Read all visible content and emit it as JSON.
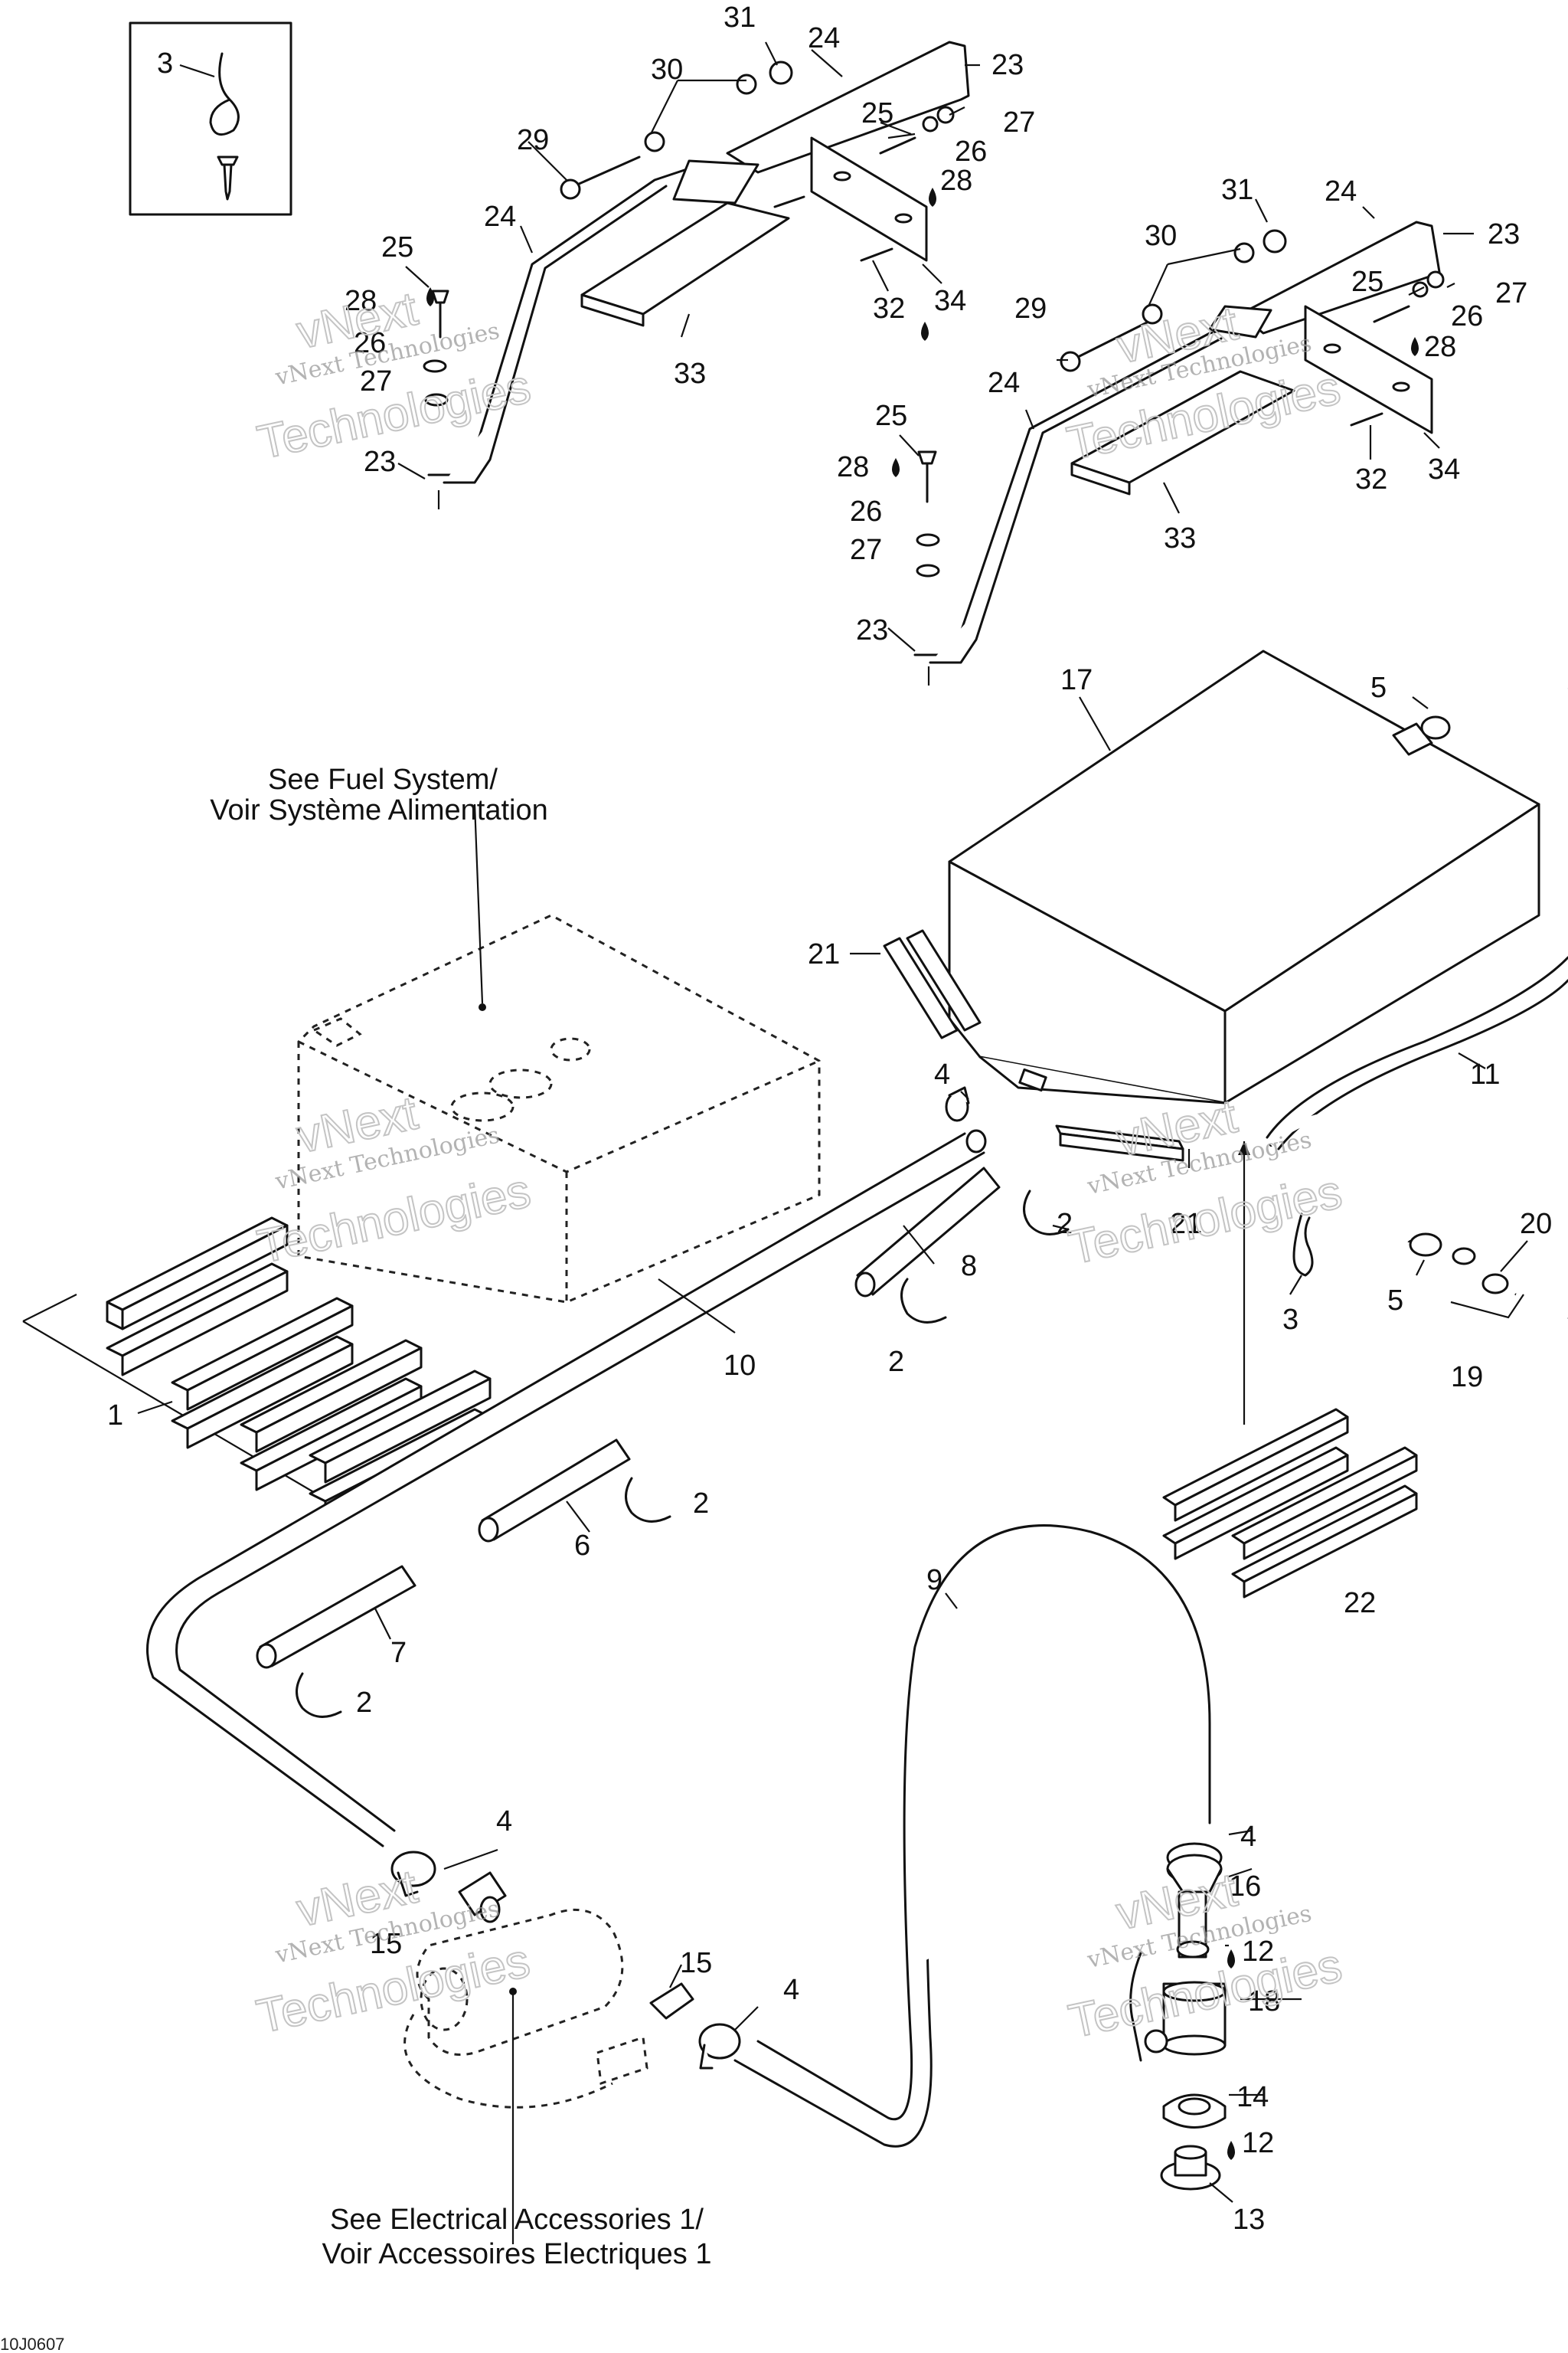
{
  "notes": {
    "fuel_system_line1": "See Fuel System/",
    "fuel_system_line2": "Voir Système Alimentation",
    "electrical_line1": "See Electrical Accessories 1/",
    "electrical_line2": "Voir Accessoires Electriques 1"
  },
  "watermark": {
    "line1": "vNext Technologies",
    "line2": "Technologies",
    "line3": "vNext"
  },
  "footer": {
    "code": "10J0607"
  },
  "callouts": {
    "c1": "1",
    "c2": "2",
    "c3": "3",
    "c4": "4",
    "c5": "5",
    "c6": "6",
    "c7": "7",
    "c8": "8",
    "c9": "9",
    "c10": "10",
    "c11": "11",
    "c12": "12",
    "c13": "13",
    "c14": "14",
    "c15": "15",
    "c16": "16",
    "c17": "17",
    "c18": "18",
    "c19": "19",
    "c20": "20",
    "c21": "21",
    "c22": "22",
    "c23": "23",
    "c24": "24",
    "c25": "25",
    "c26": "26",
    "c27": "27",
    "c28": "28",
    "c29": "29",
    "c30": "30",
    "c31": "31",
    "c32": "32",
    "c33": "33",
    "c34": "34"
  }
}
